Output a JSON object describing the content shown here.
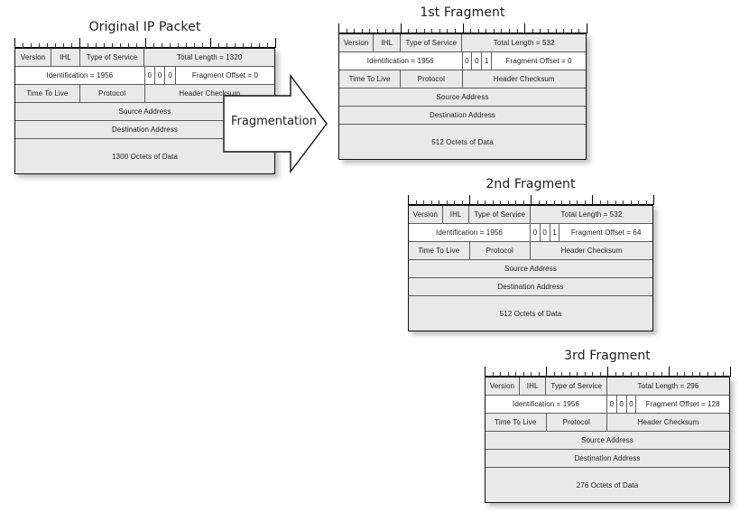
{
  "diagram": {
    "title_font_note": "",
    "arrow": {
      "label": "Fragmentation",
      "name": "fragmentation-arrow"
    },
    "packets": [
      {
        "id": "original",
        "title": "Original IP Packet",
        "rows": [
          {
            "shade": "gray",
            "cells": [
              {
                "label": "Version",
                "w": "w-version"
              },
              {
                "label": "IHL",
                "w": "w-ihl"
              },
              {
                "label": "Type of Service",
                "w": "w-tos"
              },
              {
                "label": "Total Length = 1320",
                "w": "w-totlen"
              }
            ]
          },
          {
            "shade": "white",
            "cells": [
              {
                "label": "Identification = 1956",
                "w": "w-ident"
              },
              {
                "label": "0",
                "w": "w-bit"
              },
              {
                "label": "0",
                "w": "w-bit"
              },
              {
                "label": "0",
                "w": "w-bit"
              },
              {
                "label": "Fragment Offset = 0",
                "w": "w-fragoff"
              }
            ]
          },
          {
            "shade": "gray",
            "cells": [
              {
                "label": "Time To Live",
                "w": "w-ttl"
              },
              {
                "label": "Protocol",
                "w": "w-proto"
              },
              {
                "label": "Header Checksum",
                "w": "w-cksum"
              }
            ]
          },
          {
            "shade": "gray",
            "cells": [
              {
                "label": "Source Address",
                "w": "w-full"
              }
            ]
          },
          {
            "shade": "gray",
            "cells": [
              {
                "label": "Destination Address",
                "w": "w-full"
              }
            ]
          },
          {
            "shade": "gray",
            "tall": true,
            "cells": [
              {
                "label": "1300 Octets of Data",
                "w": "w-full"
              }
            ]
          }
        ]
      },
      {
        "id": "fragment-1",
        "title": "1st Fragment",
        "rows": [
          {
            "shade": "gray",
            "cells": [
              {
                "label": "Version",
                "w": "w-version"
              },
              {
                "label": "IHL",
                "w": "w-ihl"
              },
              {
                "label": "Type of Service",
                "w": "w-tos"
              },
              {
                "label": "Total Length = 532",
                "w": "w-totlen"
              }
            ]
          },
          {
            "shade": "white",
            "cells": [
              {
                "label": "Identification = 1956",
                "w": "w-ident"
              },
              {
                "label": "0",
                "w": "w-bit"
              },
              {
                "label": "0",
                "w": "w-bit"
              },
              {
                "label": "1",
                "w": "w-bit"
              },
              {
                "label": "Fragment Offset = 0",
                "w": "w-fragoff"
              }
            ]
          },
          {
            "shade": "gray",
            "cells": [
              {
                "label": "Time To Live",
                "w": "w-ttl"
              },
              {
                "label": "Protocol",
                "w": "w-proto"
              },
              {
                "label": "Header Checksum",
                "w": "w-cksum"
              }
            ]
          },
          {
            "shade": "gray",
            "cells": [
              {
                "label": "Source Address",
                "w": "w-full"
              }
            ]
          },
          {
            "shade": "gray",
            "cells": [
              {
                "label": "Destination Address",
                "w": "w-full"
              }
            ]
          },
          {
            "shade": "gray",
            "tall": true,
            "cells": [
              {
                "label": "512 Octets of Data",
                "w": "w-full"
              }
            ]
          }
        ]
      },
      {
        "id": "fragment-2",
        "title": "2nd Fragment",
        "rows": [
          {
            "shade": "gray",
            "cells": [
              {
                "label": "Version",
                "w": "w-version"
              },
              {
                "label": "IHL",
                "w": "w-ihl"
              },
              {
                "label": "Type of Service",
                "w": "w-tos"
              },
              {
                "label": "Total Length = 532",
                "w": "w-totlen"
              }
            ]
          },
          {
            "shade": "white",
            "cells": [
              {
                "label": "Identification = 1956",
                "w": "w-ident"
              },
              {
                "label": "0",
                "w": "w-bit"
              },
              {
                "label": "0",
                "w": "w-bit"
              },
              {
                "label": "1",
                "w": "w-bit"
              },
              {
                "label": "Fragment Offset = 64",
                "w": "w-fragoff"
              }
            ]
          },
          {
            "shade": "gray",
            "cells": [
              {
                "label": "Time To Live",
                "w": "w-ttl"
              },
              {
                "label": "Protocol",
                "w": "w-proto"
              },
              {
                "label": "Header Checksum",
                "w": "w-cksum"
              }
            ]
          },
          {
            "shade": "gray",
            "cells": [
              {
                "label": "Source Address",
                "w": "w-full"
              }
            ]
          },
          {
            "shade": "gray",
            "cells": [
              {
                "label": "Destination Address",
                "w": "w-full"
              }
            ]
          },
          {
            "shade": "gray",
            "tall": true,
            "cells": [
              {
                "label": "512 Octets of Data",
                "w": "w-full"
              }
            ]
          }
        ]
      },
      {
        "id": "fragment-3",
        "title": "3rd Fragment",
        "rows": [
          {
            "shade": "gray",
            "cells": [
              {
                "label": "Version",
                "w": "w-version"
              },
              {
                "label": "IHL",
                "w": "w-ihl"
              },
              {
                "label": "Type of Service",
                "w": "w-tos"
              },
              {
                "label": "Total Length = 296",
                "w": "w-totlen"
              }
            ]
          },
          {
            "shade": "white",
            "cells": [
              {
                "label": "Identification = 1956",
                "w": "w-ident"
              },
              {
                "label": "0",
                "w": "w-bit"
              },
              {
                "label": "0",
                "w": "w-bit"
              },
              {
                "label": "0",
                "w": "w-bit"
              },
              {
                "label": "Fragment Offset = 128",
                "w": "w-fragoff"
              }
            ]
          },
          {
            "shade": "gray",
            "cells": [
              {
                "label": "Time To Live",
                "w": "w-ttl"
              },
              {
                "label": "Protocol",
                "w": "w-proto"
              },
              {
                "label": "Header Checksum",
                "w": "w-cksum"
              }
            ]
          },
          {
            "shade": "gray",
            "cells": [
              {
                "label": "Source Address",
                "w": "w-full"
              }
            ]
          },
          {
            "shade": "gray",
            "cells": [
              {
                "label": "Destination Address",
                "w": "w-full"
              }
            ]
          },
          {
            "shade": "gray",
            "tall": true,
            "cells": [
              {
                "label": "276 Octets of Data",
                "w": "w-full"
              }
            ]
          }
        ]
      }
    ]
  }
}
